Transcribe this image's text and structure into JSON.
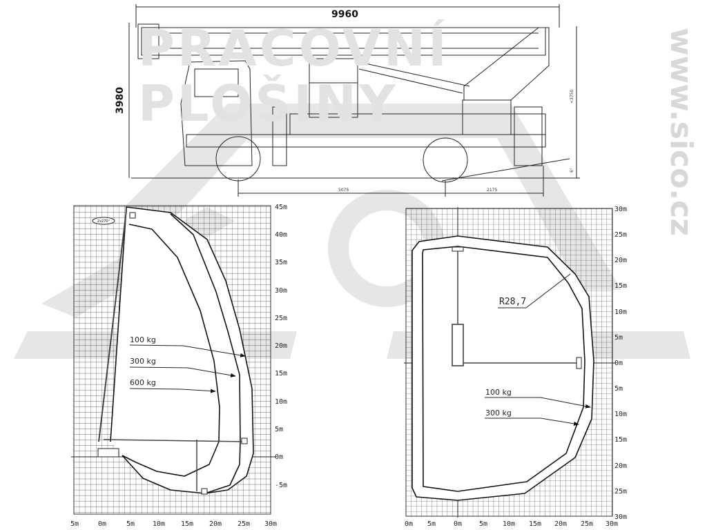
{
  "watermark": {
    "brand": "SICO",
    "headline": "PRACOVNÍ PLOŠINY",
    "url": "www.sico.cz",
    "color": "#e2e2e2"
  },
  "side_view": {
    "overall_length": "9960",
    "overall_height": "3980",
    "wheelbase": "5075",
    "rear_overhang": "2175",
    "platform_height_note": "<3750",
    "slope_note": "6°"
  },
  "height_chart": {
    "x_ticks": [
      "5m",
      "0m",
      "5m",
      "10m",
      "15m",
      "20m",
      "25m",
      "30m"
    ],
    "y_ticks": [
      "45m",
      "40m",
      "35m",
      "30m",
      "25m",
      "20m",
      "15m",
      "10m",
      "5m",
      "0m",
      "-5m"
    ],
    "loads": [
      "100 kg",
      "300 kg",
      "600 kg"
    ],
    "badge": "2x270°"
  },
  "plan_chart": {
    "x_ticks": [
      "0m",
      "5m",
      "0m",
      "5m",
      "10m",
      "15m",
      "20m",
      "25m",
      "30m"
    ],
    "y_ticks": [
      "30m",
      "25m",
      "20m",
      "15m",
      "10m",
      "5m",
      "0m",
      "5m",
      "10m",
      "15m",
      "20m",
      "25m",
      "30m"
    ],
    "radius_label": "R28,7",
    "loads": [
      "100 kg",
      "300 kg"
    ]
  }
}
